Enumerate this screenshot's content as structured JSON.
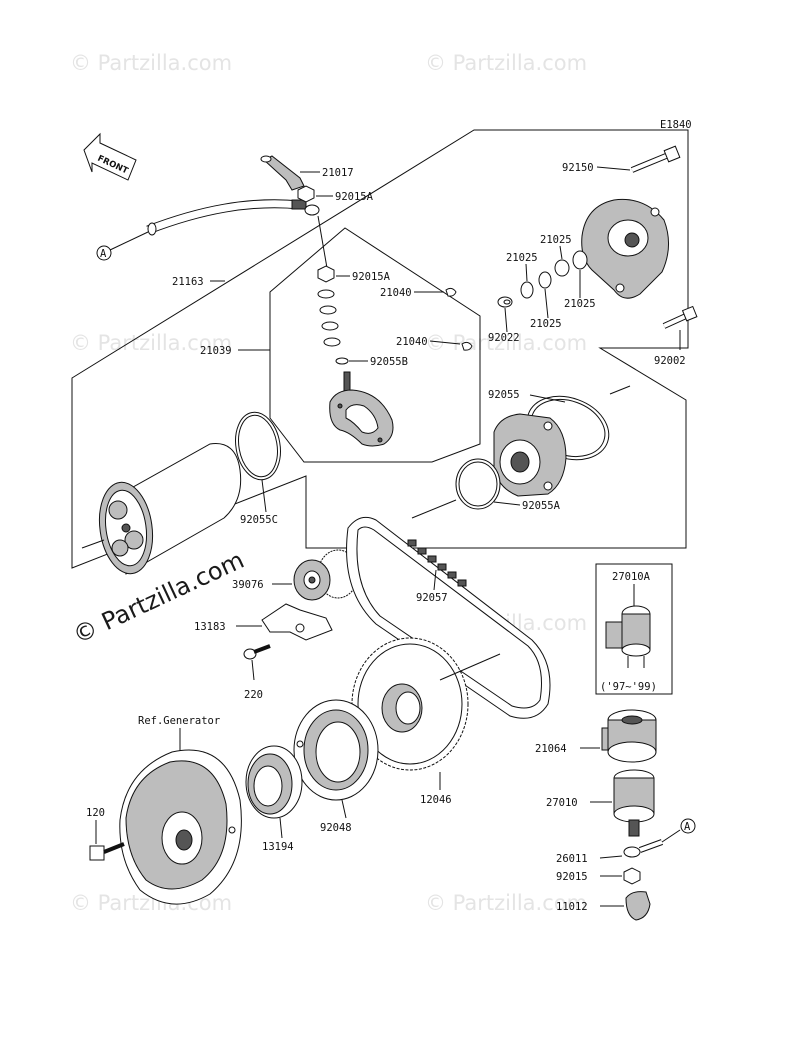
{
  "diagram_code": "E1840",
  "front_label": "FRONT",
  "ref_generator": "Ref.Generator",
  "year_range": "('97~'99)",
  "watermark": "© Partzilla.com",
  "parts": {
    "p21017": "21017",
    "p92015A_top": "92015A",
    "p21163": "21163",
    "p92015A_mid": "92015A",
    "p21040_a": "21040",
    "p21040_b": "21040",
    "p92055B": "92055B",
    "p21039": "21039",
    "p92150": "92150",
    "p21025_a": "21025",
    "p21025_b": "21025",
    "p21025_c": "21025",
    "p21025_d": "21025",
    "p92022": "92022",
    "p92002": "92002",
    "p92055": "92055",
    "p92055A": "92055A",
    "p92055C": "92055C",
    "p39076": "39076",
    "p92057": "92057",
    "p13183": "13183",
    "p220": "220",
    "p27010A": "27010A",
    "p21064": "21064",
    "p27010": "27010",
    "p26011": "26011",
    "p92015": "92015",
    "p11012": "11012",
    "p120": "120",
    "p13194": "13194",
    "p92048": "92048",
    "p12046": "12046"
  },
  "connector_marks": {
    "a_left": "A",
    "a_right": "A"
  }
}
